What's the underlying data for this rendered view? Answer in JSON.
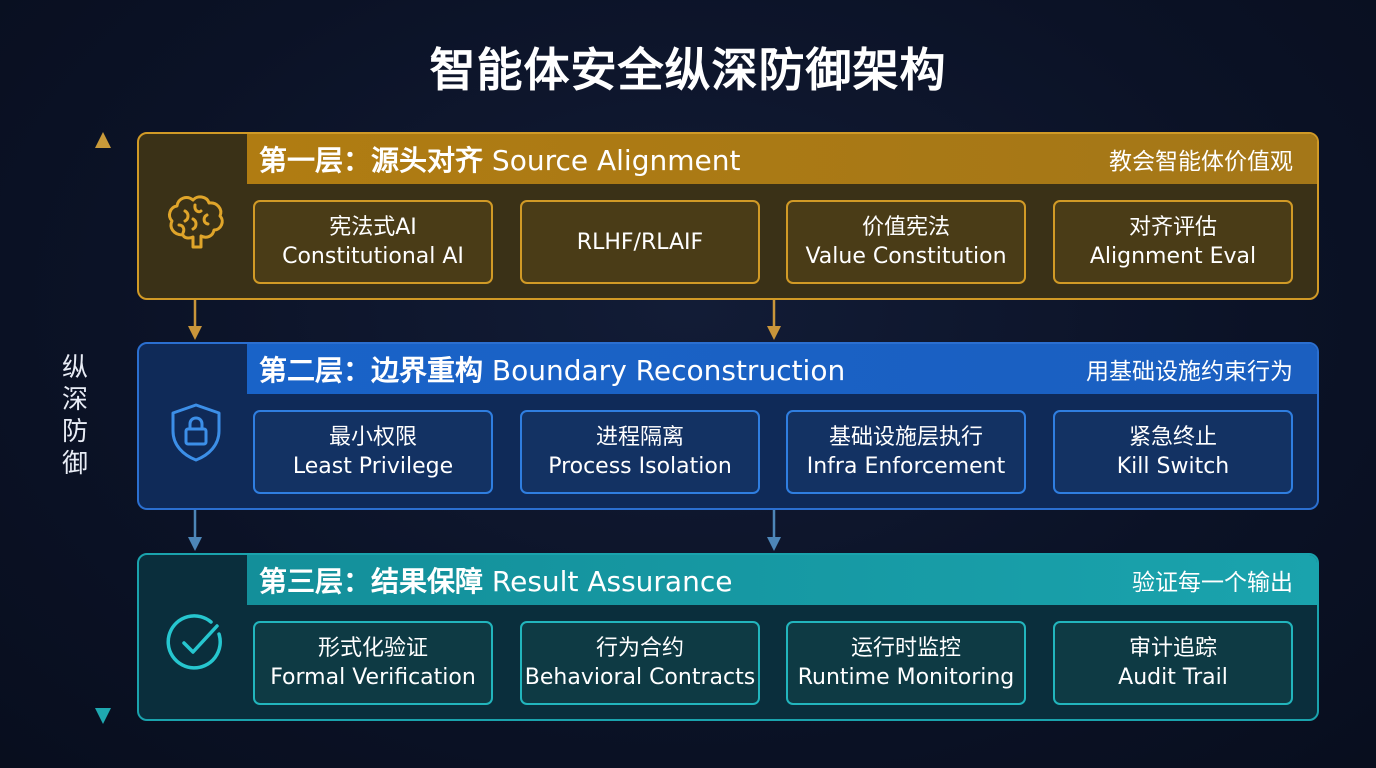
{
  "title": "智能体安全纵深防御架构",
  "axis": {
    "label": [
      "纵",
      "深",
      "防",
      "御"
    ]
  },
  "colors": {
    "layer1": "#d19a26",
    "layer2": "#2b6fd0",
    "layer3": "#1aa3ad"
  },
  "layers": [
    {
      "label_zh": "第一层：源头对齐",
      "label_en": "Source Alignment",
      "subtitle": "教会智能体价值观",
      "icon": "brain-icon",
      "cards": [
        {
          "zh": "宪法式AI",
          "en": "Constitutional AI"
        },
        {
          "zh": "RLHF/RLAIF",
          "en": ""
        },
        {
          "zh": "价值宪法",
          "en": "Value Constitution"
        },
        {
          "zh": "对齐评估",
          "en": "Alignment Eval"
        }
      ]
    },
    {
      "label_zh": "第二层：边界重构",
      "label_en": "Boundary Reconstruction",
      "subtitle": "用基础设施约束行为",
      "icon": "shield-lock-icon",
      "cards": [
        {
          "zh": "最小权限",
          "en": "Least Privilege"
        },
        {
          "zh": "进程隔离",
          "en": "Process Isolation"
        },
        {
          "zh": "基础设施层执行",
          "en": "Infra Enforcement"
        },
        {
          "zh": "紧急终止",
          "en": "Kill Switch"
        }
      ]
    },
    {
      "label_zh": "第三层：结果保障",
      "label_en": "Result Assurance",
      "subtitle": "验证每一个输出",
      "icon": "check-circle-icon",
      "cards": [
        {
          "zh": "形式化验证",
          "en": "Formal Verification"
        },
        {
          "zh": "行为合约",
          "en": "Behavioral Contracts"
        },
        {
          "zh": "运行时监控",
          "en": "Runtime Monitoring"
        },
        {
          "zh": "审计追踪",
          "en": "Audit Trail"
        }
      ]
    }
  ]
}
